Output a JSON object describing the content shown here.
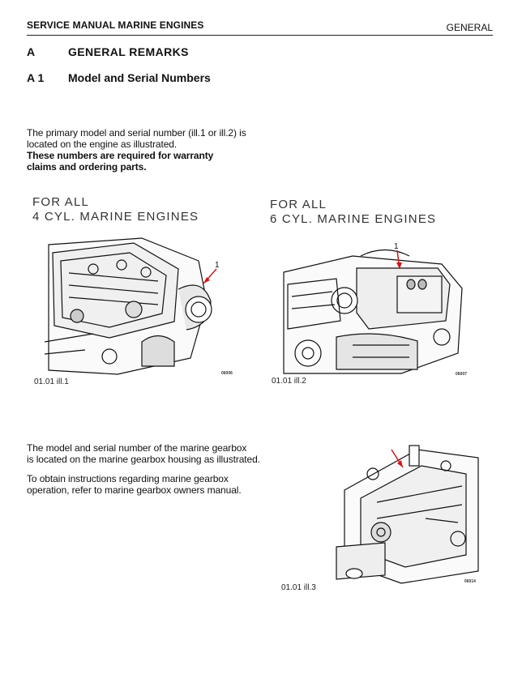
{
  "header": {
    "left_title": "SERVICE MANUAL MARINE ENGINES",
    "right_title": "GENERAL"
  },
  "section": {
    "number": "A",
    "title": "GENERAL REMARKS"
  },
  "subsection": {
    "number": "A 1",
    "title": "Model and Serial Numbers"
  },
  "intro": {
    "line1": "The primary model and serial number (ill.1 or ill.2) is",
    "line2": "located on the engine as illustrated.",
    "bold1": "These numbers are required for warranty",
    "bold2": "claims and ordering parts."
  },
  "figure_left": {
    "caption1": "FOR ALL",
    "caption2": "4 CYL. MARINE ENGINES",
    "callout": "1",
    "code": "06006",
    "label": "01.01 ill.1"
  },
  "figure_right": {
    "caption1": "FOR ALL",
    "caption2": "6 CYL. MARINE ENGINES",
    "callout": "1",
    "code": "06007",
    "label": "01.01 ill.2"
  },
  "gearbox": {
    "line1": "The model and serial number of the marine gearbox",
    "line2": "is located on the marine gearbox housing as illustrated.",
    "line3": "To obtain instructions regarding marine gearbox",
    "line4": "operation, refer to marine gearbox owners manual.",
    "code": "06014",
    "label": "01.01 ill.3"
  },
  "colors": {
    "arrow": "#d01818",
    "ink": "#111111"
  }
}
